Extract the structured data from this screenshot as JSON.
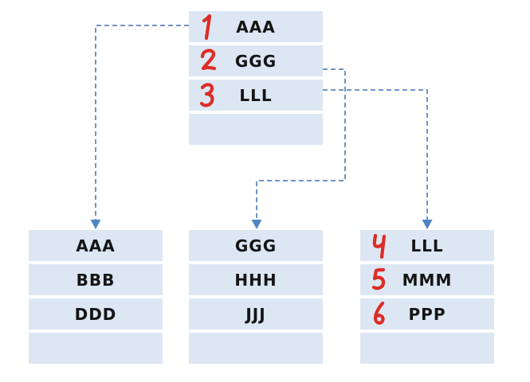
{
  "diagram": {
    "root": {
      "rows": [
        {
          "order": "1",
          "label": "AAA"
        },
        {
          "order": "2",
          "label": "GGG"
        },
        {
          "order": "3",
          "label": "LLL"
        },
        {
          "order": "",
          "label": ""
        }
      ]
    },
    "children": [
      {
        "rows": [
          {
            "order": "",
            "label": "AAA"
          },
          {
            "order": "",
            "label": "BBB"
          },
          {
            "order": "",
            "label": "DDD"
          },
          {
            "order": "",
            "label": ""
          }
        ]
      },
      {
        "rows": [
          {
            "order": "",
            "label": "GGG"
          },
          {
            "order": "",
            "label": "HHH"
          },
          {
            "order": "",
            "label": "JJJ"
          },
          {
            "order": "",
            "label": ""
          }
        ]
      },
      {
        "rows": [
          {
            "order": "4",
            "label": "LLL"
          },
          {
            "order": "5",
            "label": "MMM"
          },
          {
            "order": "6",
            "label": "PPP"
          },
          {
            "order": "",
            "label": ""
          }
        ]
      }
    ],
    "colors": {
      "row_fill": "#dce7f3",
      "connector": "#7193c2",
      "arrowhead": "#4e86c4",
      "annotation": "#dd2c27",
      "text": "#151515"
    }
  }
}
